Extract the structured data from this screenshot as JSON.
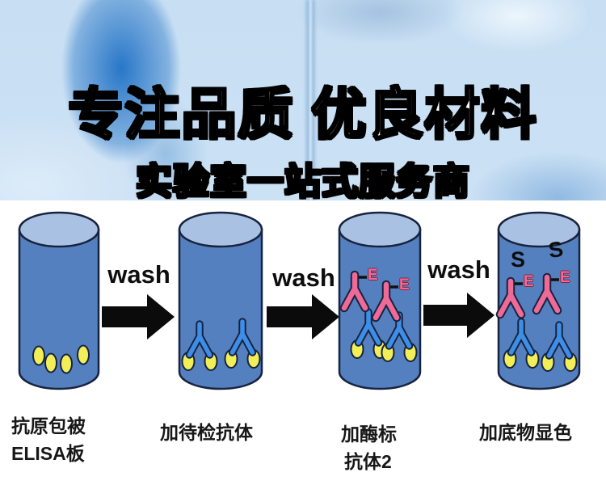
{
  "banner": {
    "title": "专注品质 优良材料",
    "subtitle": "实验室一站式服务商"
  },
  "diagram": {
    "wash_labels": [
      "wash",
      "wash",
      "wash"
    ],
    "substrate_letter": "S",
    "enzyme_letter": "E",
    "steps": [
      {
        "caption_line1": "抗原包被",
        "caption_line2": "ELISA板"
      },
      {
        "caption_line1": "加待检抗体",
        "caption_line2": ""
      },
      {
        "caption_line1": "加酶标",
        "caption_line2": "抗体2"
      },
      {
        "caption_line1": "加底物显色",
        "caption_line2": ""
      }
    ],
    "colors": {
      "cylinder_body": "#5580c0",
      "cylinder_top": "#a9c1e2",
      "outline": "#17233f",
      "antigen_yellow": "#f2ee58",
      "antibody_blue": "#3d8ee8",
      "antibody_pink": "#ef6a96",
      "arrow_black": "#0b0b0b"
    }
  }
}
